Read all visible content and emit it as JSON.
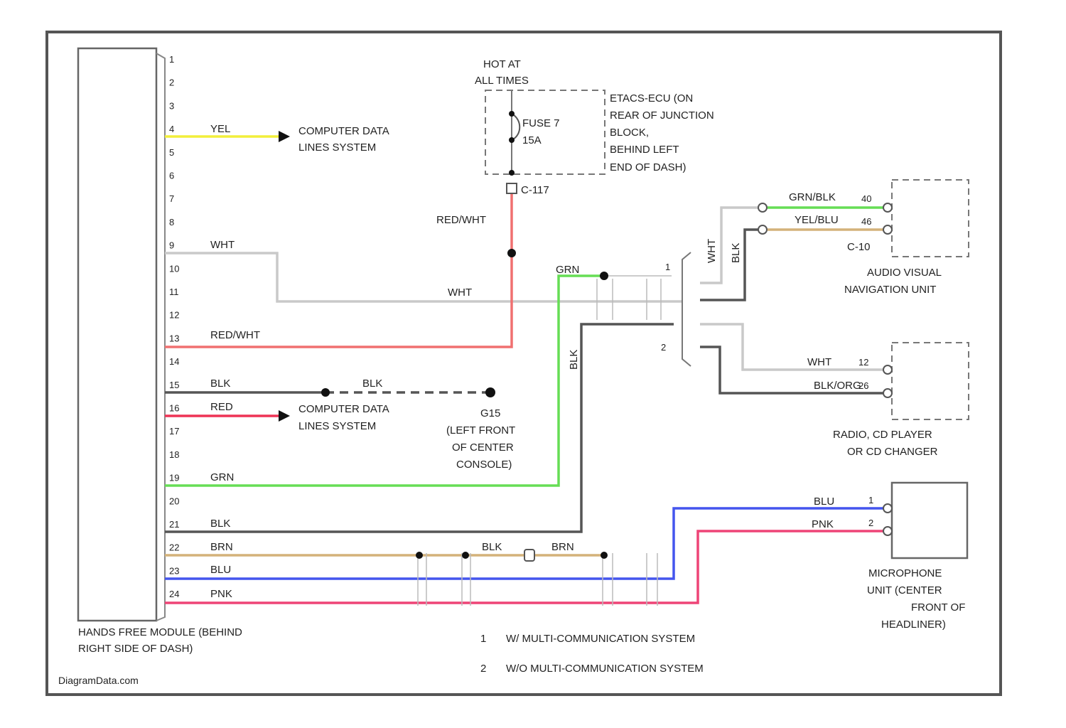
{
  "module": {
    "name_line1": "HANDS FREE MODULE (BEHIND",
    "name_line2": "RIGHT SIDE OF DASH)",
    "pins": [
      "1",
      "2",
      "3",
      "4",
      "5",
      "6",
      "7",
      "8",
      "9",
      "10",
      "11",
      "12",
      "13",
      "14",
      "15",
      "16",
      "17",
      "18",
      "19",
      "20",
      "21",
      "22",
      "23",
      "24"
    ]
  },
  "wires": {
    "pin4": "YEL",
    "pin9": "WHT",
    "pin13": "RED/WHT",
    "pin15": "BLK",
    "pin16": "RED",
    "pin19": "GRN",
    "pin21": "BLK",
    "pin22": "BRN",
    "pin23": "BLU",
    "pin24": "PNK",
    "fuse_feed": "RED/WHT",
    "white_run": "WHT",
    "grn_to_splice": "GRN",
    "blk_vertical": "BLK",
    "gnd_blk": "BLK",
    "brn_after_conn": "BRN",
    "av_wht_vertical": "WHT",
    "av_blk_vertical": "BLK",
    "av_pin1": "GRN/BLK",
    "av_pin2": "YEL/BLU",
    "radio_pin1": "WHT",
    "radio_pin2": "BLK/ORG",
    "mic_pin1": "BLU",
    "mic_pin2": "PNK"
  },
  "labels": {
    "computer_data_1_line1": "COMPUTER DATA",
    "computer_data_1_line2": "LINES SYSTEM",
    "computer_data_2_line1": "COMPUTER DATA",
    "computer_data_2_line2": "LINES SYSTEM",
    "hot_line1": "HOT AT",
    "hot_line2": "ALL TIMES",
    "fuse_line1": "FUSE 7",
    "fuse_line2": "15A",
    "block_line1": "ETACS-ECU (ON",
    "block_line2": "REAR OF JUNCTION",
    "block_line3": "BLOCK,",
    "block_line4": "BEHIND LEFT",
    "block_line5": "END OF DASH)",
    "fuse_connector": "C-117",
    "ground_line1": "G15",
    "ground_line2": "(LEFT FRONT",
    "ground_line3": "OF CENTER",
    "ground_line4": "CONSOLE)",
    "splice_1": "1",
    "splice_2": "2"
  },
  "components": {
    "av_line1": "AUDIO VISUAL",
    "av_line2": "NAVIGATION UNIT",
    "av_conn": "C-10",
    "av_pin1": "40",
    "av_pin2": "46",
    "radio_line1": "RADIO, CD PLAYER",
    "radio_line2": "OR CD CHANGER",
    "radio_pin1": "12",
    "radio_pin2": "26",
    "mic_line1": "MICROPHONE",
    "mic_line2": "UNIT (CENTER",
    "mic_line3": "FRONT OF",
    "mic_line4": "HEADLINER)",
    "mic_pin1": "1",
    "mic_pin2": "2"
  },
  "legend": [
    {
      "num": "1",
      "text": "W/ MULTI-COMMUNICATION SYSTEM"
    },
    {
      "num": "2",
      "text": "W/O MULTI-COMMUNICATION SYSTEM"
    }
  ],
  "watermark": "DiagramData.com",
  "colors": {
    "yel": "#f2ef3a",
    "wht": "#c9c9c9",
    "red_wht": "#f07070",
    "blk": "#555555",
    "red": "#ee3355",
    "grn": "#66dd55",
    "brn": "#d4b27a",
    "blu": "#4455ee",
    "pnk": "#ee4477"
  }
}
